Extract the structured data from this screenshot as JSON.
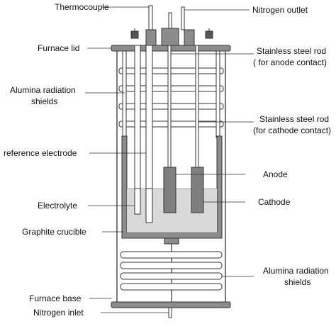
{
  "labels": {
    "thermocouple": "Thermocouple",
    "nitrogen_outlet": "Nitrogen outlet",
    "furnace_lid": "Furnace lid",
    "stainless_anode_line1": "Stainless steel rod",
    "stainless_anode_line2": "( for anode contact)",
    "alumina_top_line1": "Alumina radiation",
    "alumina_top_line2": "shields",
    "stainless_cathode_line1": "Stainless steel rod",
    "stainless_cathode_line2": "(for cathode contact)",
    "reference_electrode": "reference electrode",
    "anode": "Anode",
    "electrolyte": "Electrolyte",
    "cathode": "Cathode",
    "graphite_crucible": "Graphite crucible",
    "alumina_bottom_line1": "Alumina radiation",
    "alumina_bottom_line2": "shields",
    "furnace_base": "Furnace base",
    "nitrogen_inlet": "Nitrogen inlet"
  },
  "colors": {
    "outline": "#333333",
    "electrolyte_fill": "#d9d9d9",
    "electrode_fill": "#7f7f7f",
    "crucible_fill": "#8c8c8c",
    "plate_fill": "#8c8c8c"
  }
}
